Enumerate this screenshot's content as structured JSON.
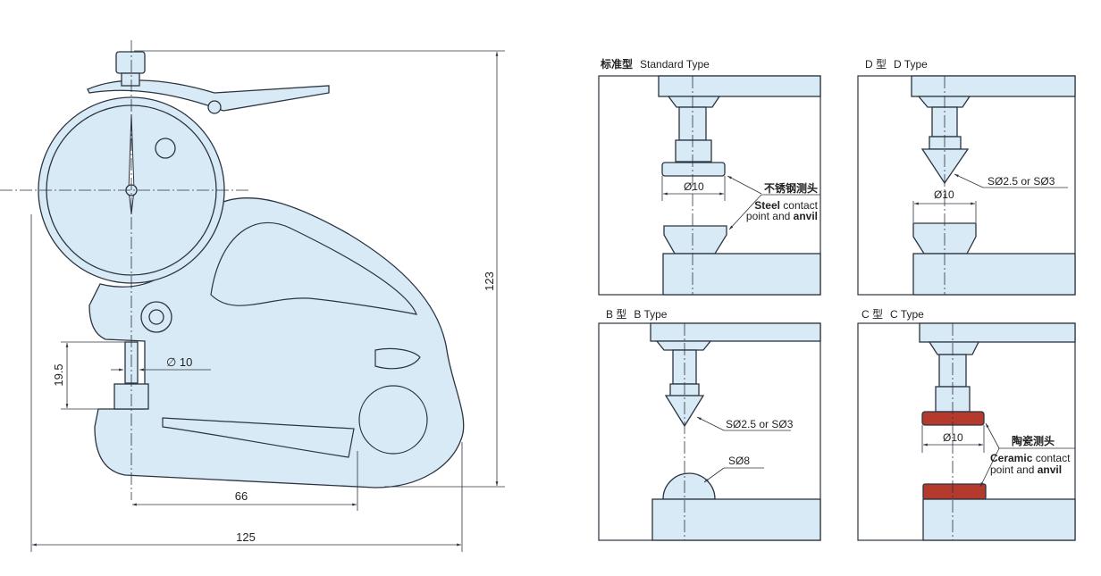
{
  "gauge": {
    "dim_height": "123",
    "dim_width": "125",
    "dim_throat": "66",
    "dim_anvil_height": "19.5",
    "dim_diameter": "∅ 10"
  },
  "panels": {
    "standard": {
      "title_cn": "标准型",
      "title_en": "Standard Type",
      "dia": "Ø10",
      "label_cn": "不锈钢测头",
      "label_en1a": "Steel",
      "label_en1b": " contact",
      "label_en2a": "point and ",
      "label_en2b": "anvil"
    },
    "d": {
      "title_cn": "D 型",
      "title_en": "D Type",
      "dia": "Ø10",
      "tip": "SØ2.5 or SØ3"
    },
    "b": {
      "title_cn": "B 型",
      "title_en": "B Type",
      "tip": "SØ2.5 or SØ3",
      "ball": "SØ8"
    },
    "c": {
      "title_cn": "C 型",
      "title_en": "C Type",
      "dia": "Ø10",
      "label_cn": "陶瓷测头",
      "label_en1a": "Ceramic",
      "label_en1b": " contact",
      "label_en2a": "point and ",
      "label_en2b": "anvil"
    }
  },
  "colors": {
    "steel": "#d8eaf6",
    "ceramic": "#b33a2c",
    "line": "#2b3440"
  }
}
